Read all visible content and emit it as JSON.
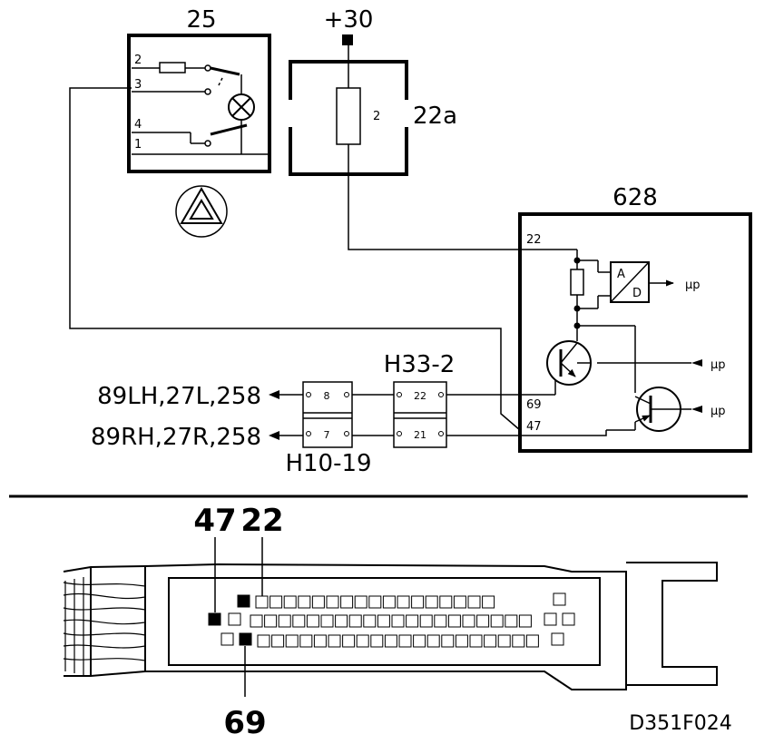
{
  "relay": {
    "id": "25",
    "pins": [
      "2",
      "3",
      "4",
      "1"
    ]
  },
  "supply": {
    "label": "+30",
    "fuse_id": "22a",
    "fuse_pin": "2"
  },
  "ecu": {
    "id": "628",
    "pins": {
      "p22": "22",
      "p69": "69",
      "p47": "47"
    },
    "ad_a": "A",
    "ad_d": "D",
    "outputs": [
      "µp",
      "µp",
      "µp"
    ]
  },
  "connectors": {
    "h33": {
      "label": "H33-2",
      "pin_top": "22",
      "pin_bottom": "21"
    },
    "h10": {
      "label": "H10-19",
      "pin_top": "8",
      "pin_bottom": "7"
    }
  },
  "destinations": {
    "lh": "89LH,27L,258",
    "rh": "89RH,27R,258"
  },
  "plug_pins": {
    "p47": "47",
    "p22": "22",
    "p69": "69"
  },
  "ref_code": "D351F024"
}
